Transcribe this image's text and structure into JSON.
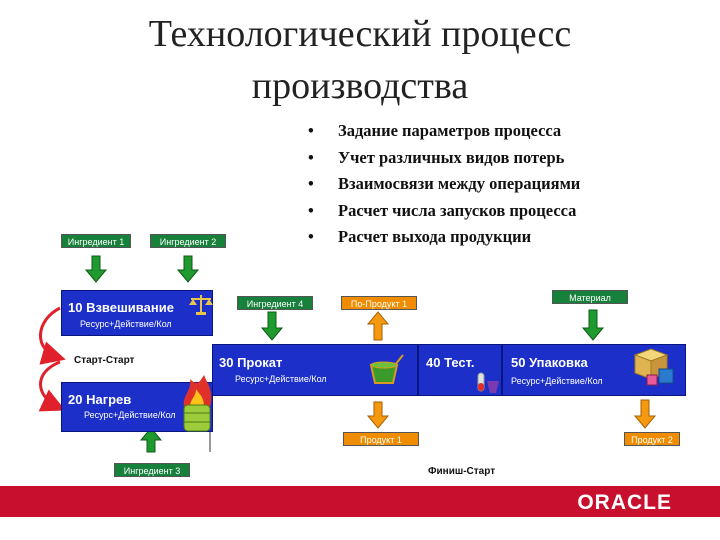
{
  "title": {
    "line1": "Технологический процесс",
    "line2": "производства"
  },
  "bullets": [
    "Задание параметров процесса",
    "Учет различных видов потерь",
    "Взаимосвязи между операциями",
    "Расчет числа запусков процесса",
    "Расчет выхода продукции"
  ],
  "bullet_char": "•",
  "inputs": {
    "ingredient1": "Ингредиент 1",
    "ingredient2": "Ингредиент 2",
    "ingredient3": "Ингредиент 3",
    "ingredient4": "Ингредиент 4",
    "material": "Материал"
  },
  "outputs": {
    "byproduct1": "По-Продукт 1",
    "product1": "Продукт 1",
    "product2": "Продукт 2"
  },
  "operations": {
    "op10": {
      "name": "10 Взвешивание",
      "sub": "Ресурс+Действие/Кол"
    },
    "op20": {
      "name": "20 Нагрев",
      "sub": "Ресурс+Действие/Кол"
    },
    "op30": {
      "name": "30 Прокат",
      "sub": "Ресурс+Действие/Кол"
    },
    "op40": {
      "name": "40 Тест."
    },
    "op50": {
      "name": "50 Упаковка",
      "sub": "Ресурс+Действие/Кол"
    }
  },
  "relations": {
    "start_start": "Старт-Старт",
    "finish_start": "Финиш-Старт"
  },
  "logo": "ORACLE",
  "colors": {
    "operation_block": "#1c2fc9",
    "input_tag": "#17803a",
    "output_tag": "#f08c00",
    "link_arrow": "#e0202a",
    "footer": "#c8102e"
  }
}
